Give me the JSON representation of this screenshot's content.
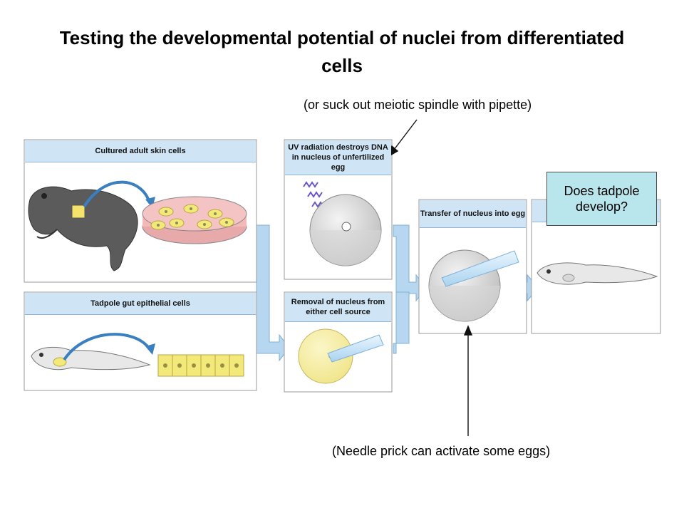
{
  "title": "Testing the developmental potential of nuclei from differentiated cells",
  "annotations": {
    "spindle_note": "(or suck out meiotic spindle with pipette)",
    "needle_note": "(Needle prick can activate some eggs)",
    "question": "Does tadpole develop?"
  },
  "panels": {
    "skin_cells": "Cultured adult skin cells",
    "gut_cells": "Tadpole gut epithelial cells",
    "uv": "UV radiation destroys DNA in nucleus of unfertilized egg",
    "removal": "Removal of nucleus from either cell source",
    "transfer": "Transfer of nucleus into egg"
  },
  "colors": {
    "header_fill": "#cfe5f5",
    "arrow_fill": "#b7d7f0",
    "question_fill": "#b9e6ec",
    "cell_yellow": "#f3e87a",
    "dish_pink": "#f4b8b8"
  }
}
